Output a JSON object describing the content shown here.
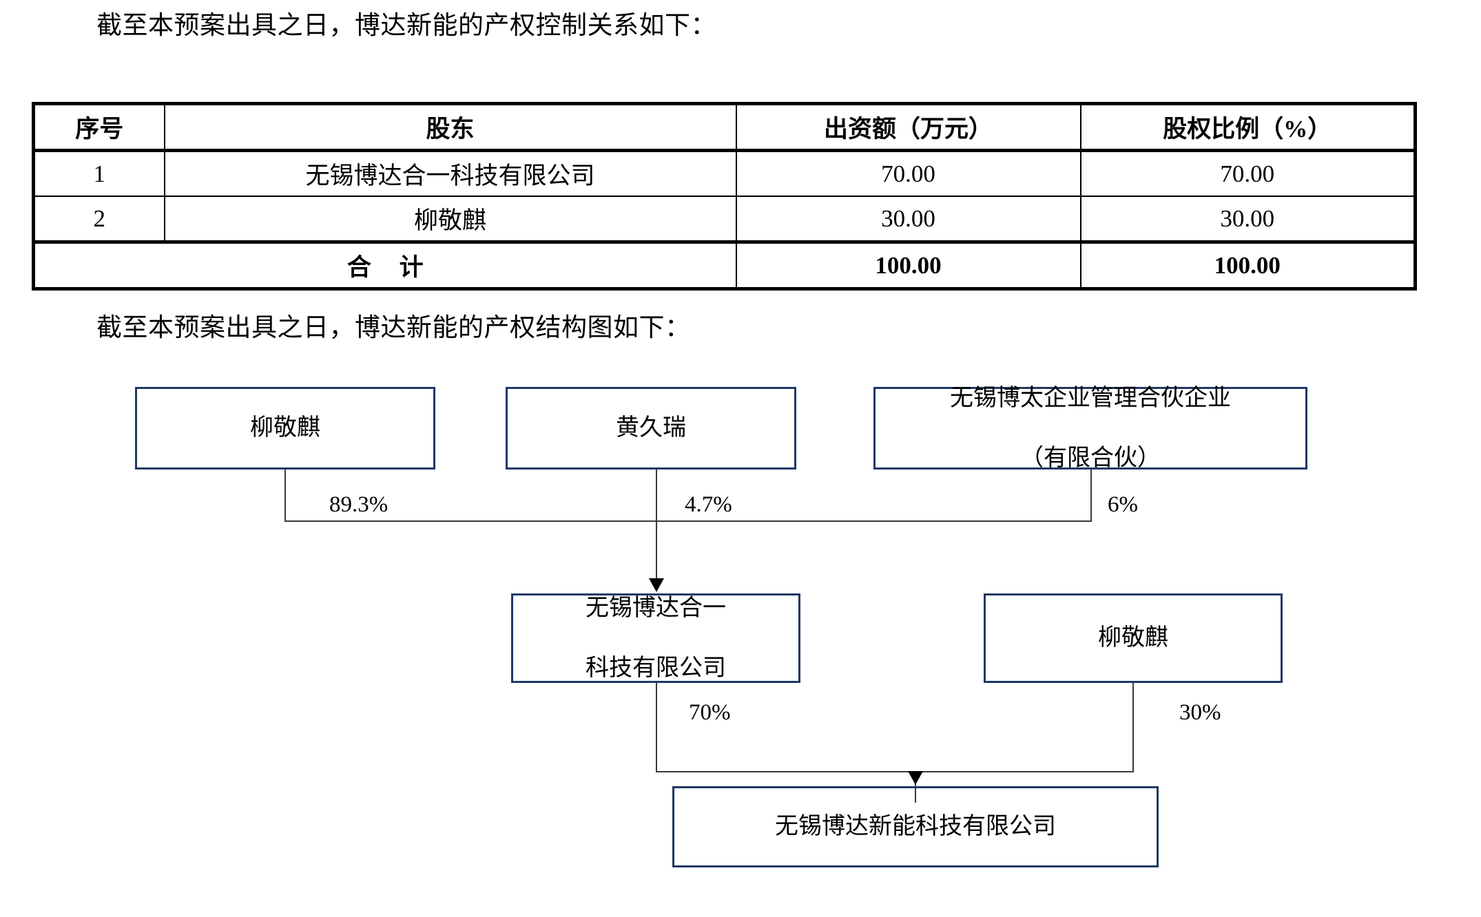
{
  "paragraphs": {
    "intro_table": "截至本预案出具之日，博达新能的产权控制关系如下：",
    "intro_chart": "截至本预案出具之日，博达新能的产权结构图如下："
  },
  "table": {
    "headers": [
      "序号",
      "股东",
      "出资额（万元）",
      "股权比例（%）"
    ],
    "rows": [
      {
        "no": "1",
        "name": "无锡博达合一科技有限公司",
        "amount": "70.00",
        "percent": "70.00"
      },
      {
        "no": "2",
        "name": "柳敬麒",
        "amount": "30.00",
        "percent": "30.00"
      }
    ],
    "total": {
      "label": "合 计",
      "amount": "100.00",
      "percent": "100.00"
    }
  },
  "diagram": {
    "border_color": "#1F3864",
    "nodes": {
      "liu_top": "柳敬麒",
      "huang": "黄久瑞",
      "botai_line1": "无锡博太企业管理合伙企业",
      "botai_line2": "（有限合伙）",
      "boda_heyi_line1": "无锡博达合一",
      "boda_heyi_line2": "科技有限公司",
      "liu_mid": "柳敬麒",
      "boda_xinneng": "无锡博达新能科技有限公司"
    },
    "edges": {
      "liu_to_heyi": "89.3%",
      "huang_to_heyi": "4.7%",
      "botai_to_heyi": "6%",
      "heyi_to_xinneng": "70%",
      "liu_to_xinneng": "30%"
    }
  }
}
